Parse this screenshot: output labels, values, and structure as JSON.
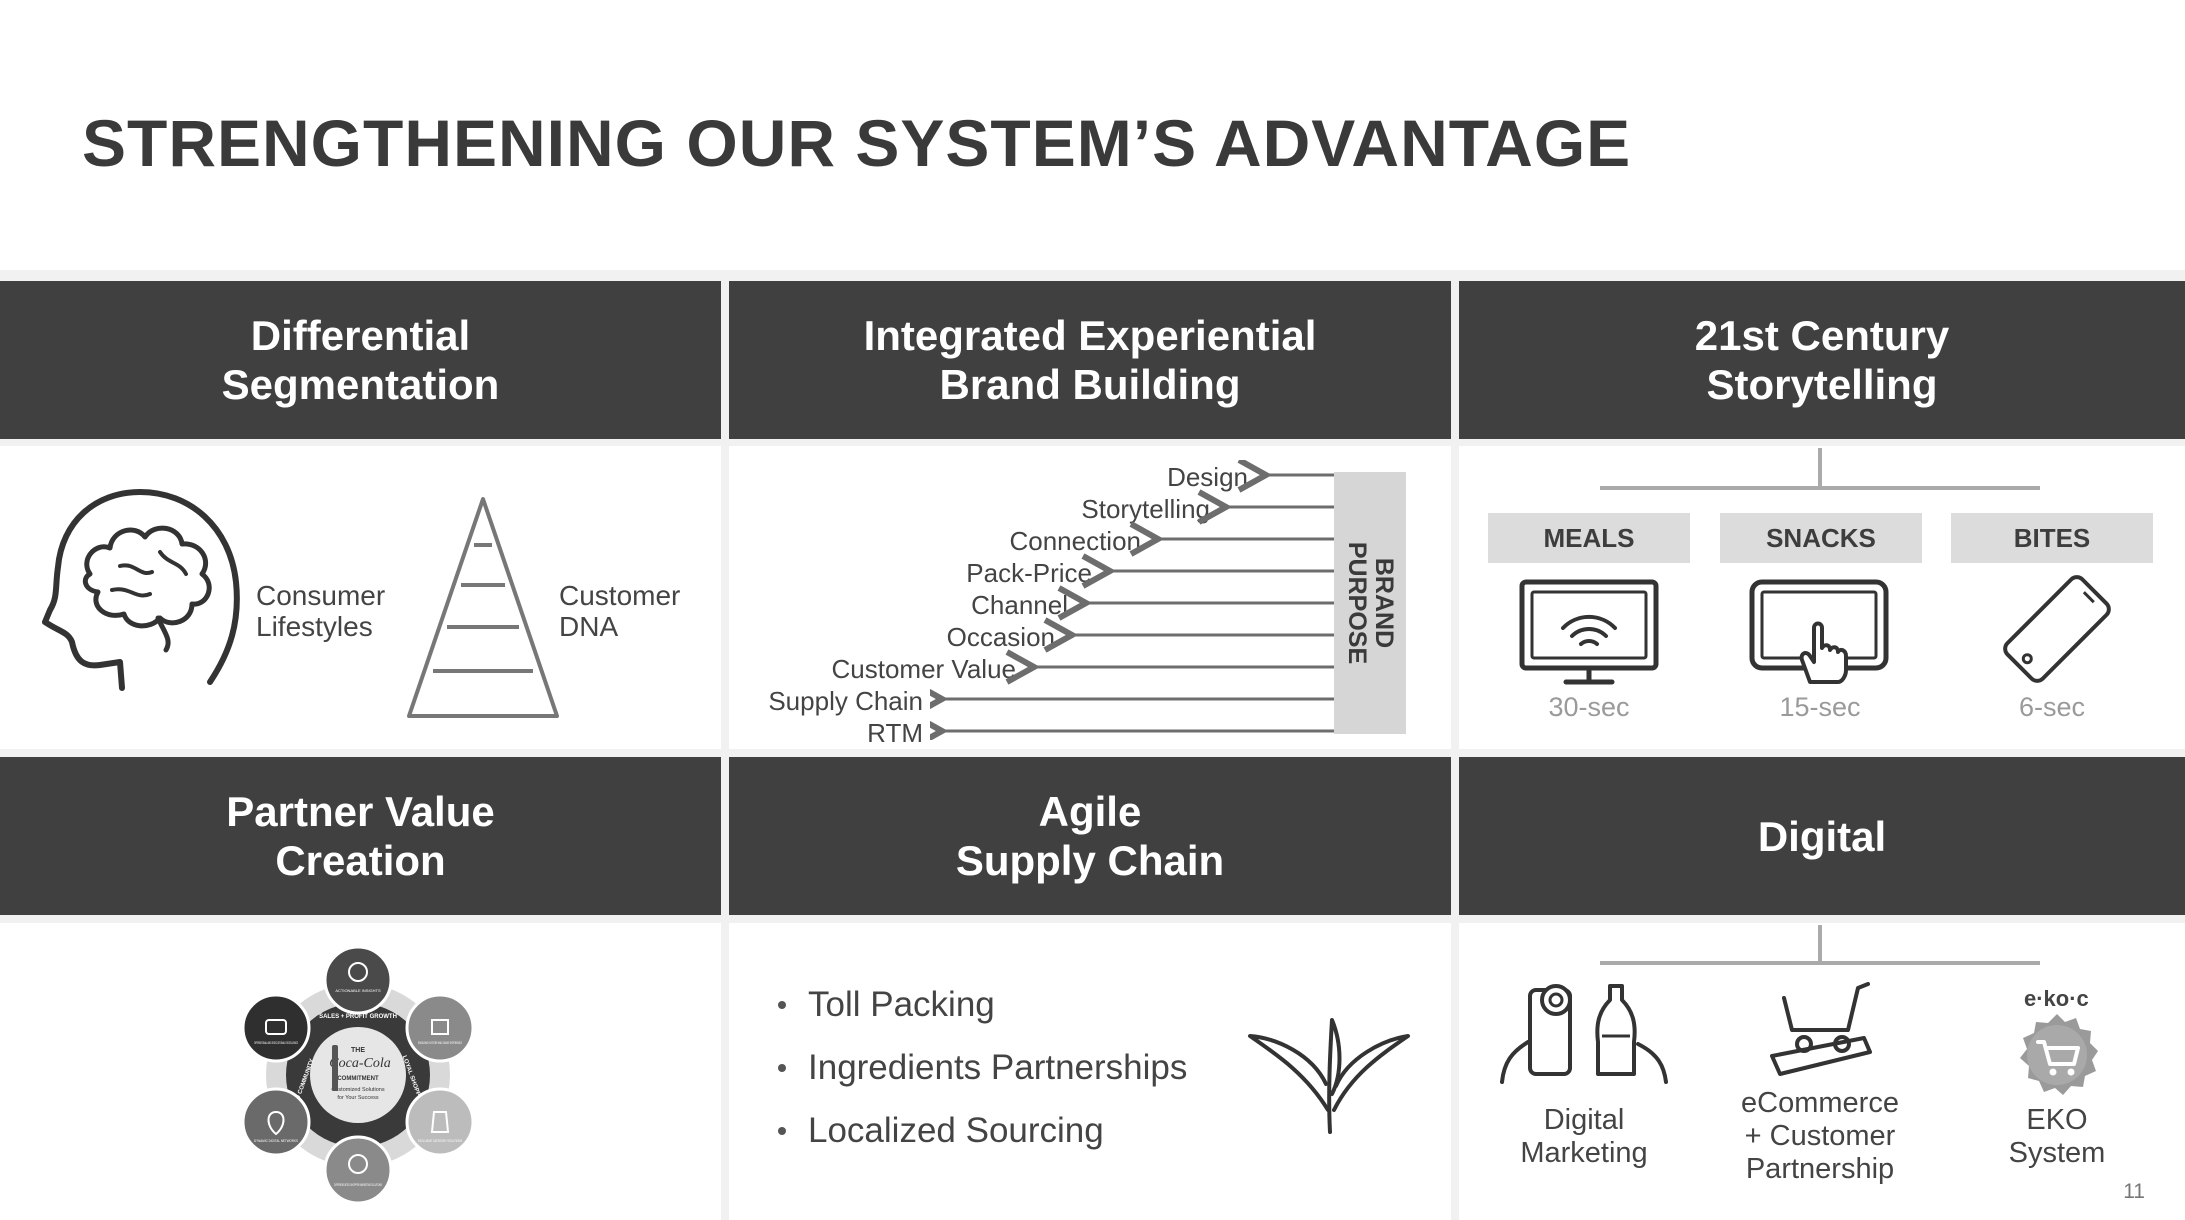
{
  "slide": {
    "title": "STRENGTHENING OUR SYSTEM’S ADVANTAGE",
    "page_number": "11"
  },
  "panels": {
    "differential_segmentation": {
      "header": "Differential\nSegmentation",
      "left_label": "Consumer\nLifestyles",
      "right_label": "Customer\nDNA",
      "left_icon": "brain-head-icon",
      "right_icon": "pyramid-icon"
    },
    "brand_building": {
      "header": "Integrated Experiential\nBrand Building",
      "items": [
        "Design",
        "Storytelling",
        "Connection",
        "Pack-Price",
        "Channel",
        "Occasion",
        "Customer Value",
        "Supply Chain",
        "RTM"
      ],
      "purpose": "BRAND\nPURPOSE"
    },
    "storytelling": {
      "header": "21st Century\nStorytelling",
      "formats": [
        {
          "tag": "MEALS",
          "duration": "30-sec",
          "icon": "tv-icon"
        },
        {
          "tag": "SNACKS",
          "duration": "15-sec",
          "icon": "tablet-touch-icon"
        },
        {
          "tag": "BITES",
          "duration": "6-sec",
          "icon": "phone-icon"
        }
      ]
    },
    "partner_value": {
      "header": "Partner Value\nCreation",
      "wheel": {
        "center_lines": [
          "THE",
          "Coca-Cola",
          "COMMITMENT",
          "Customized Solutions",
          "for Your Success"
        ],
        "ring": [
          "SALES + PROFIT GROWTH",
          "LOYAL SHOPPERS",
          "ENGAGED COMMUNITY"
        ],
        "nodes": [
          "ACTIONABLE INSIGHTS",
          "ENGAGING IN-STORE AND ONLINE EXPERIENCE",
          "EXCLUSIVE CATEGORY SOLUTIONS",
          "DIFFERENTIATED SHOPPER MARKETING SOLUTIONS",
          "DYNAMIC DIGITAL NETWORKS",
          "OPERATIONAL AND EXECUTIONAL EXCELLENCE"
        ]
      }
    },
    "supply_chain": {
      "header": "Agile\nSupply Chain",
      "bullets": [
        "Toll Packing",
        "Ingredients Partnerships",
        "Localized Sourcing"
      ],
      "icon": "sprout-icon"
    },
    "digital": {
      "header": "Digital",
      "items": [
        {
          "label": "Digital\nMarketing",
          "icon": "phone-bottle-icon"
        },
        {
          "label": "eCommerce\n+ Customer\nPartnership",
          "icon": "cart-phone-icon"
        },
        {
          "label": "EKO\nSystem",
          "icon": "eko-badge-icon",
          "logo_text": "e·ko·c"
        }
      ]
    }
  },
  "colors": {
    "header_bg": "#404040",
    "tag_bg": "#dcdcdc",
    "purpose_bg": "#d6d6d6",
    "page_bg": "#f1f1f1"
  }
}
